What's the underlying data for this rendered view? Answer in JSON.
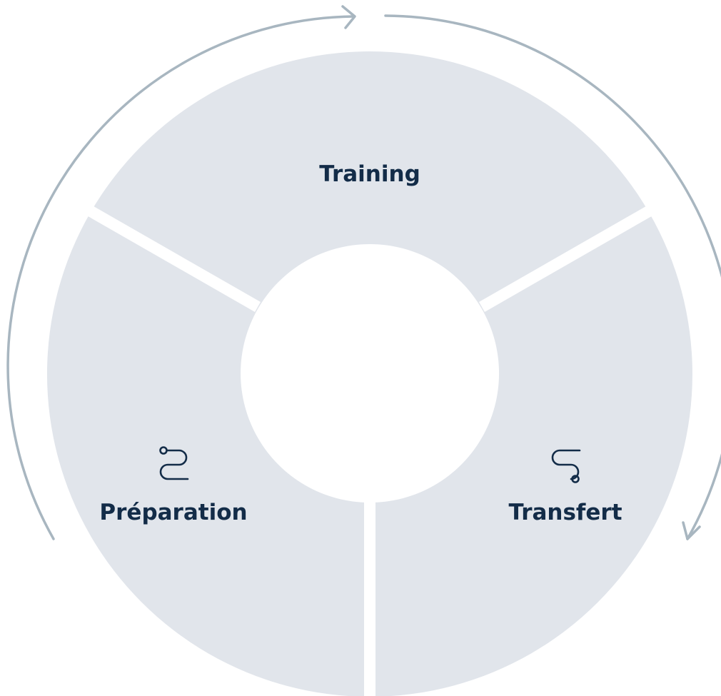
{
  "diagram": {
    "segments": {
      "top": {
        "label": "Training"
      },
      "left": {
        "label": "Préparation",
        "icon": "route-icon"
      },
      "right": {
        "label": "Transfert",
        "icon": "route-icon"
      }
    }
  },
  "colors": {
    "segment_fill": "#e1e5eb",
    "label_text": "#132c48",
    "arrow_stroke": "#a8b6c0",
    "background": "#ffffff"
  }
}
